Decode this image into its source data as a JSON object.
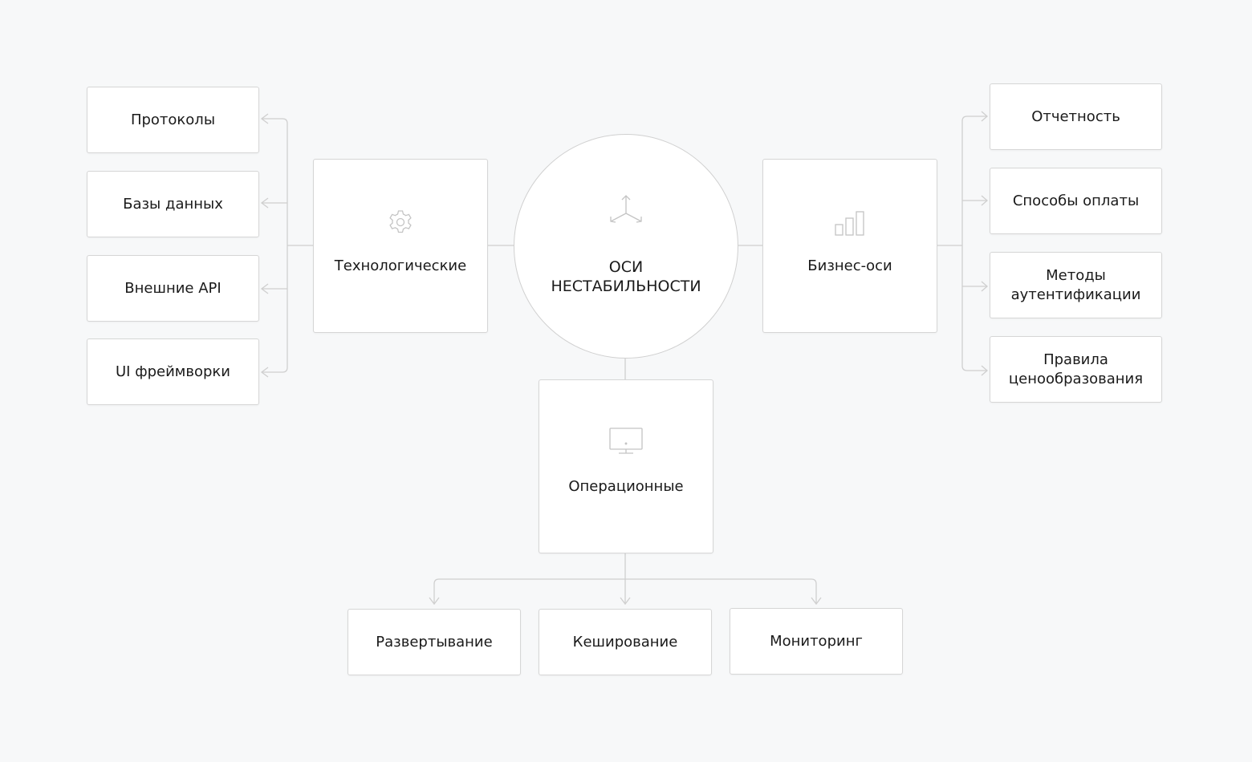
{
  "center": {
    "label_line1": "ОСИ",
    "label_line2": "НЕСТАБИЛЬНОСТИ",
    "icon": "axes-3d-icon"
  },
  "categories": {
    "tech": {
      "label": "Технологические",
      "icon": "gear-icon"
    },
    "business": {
      "label": "Бизнес-оси",
      "icon": "bar-chart-icon"
    },
    "ops": {
      "label": "Операционные",
      "icon": "monitor-icon"
    }
  },
  "tech_items": [
    "Протоколы",
    "Базы данных",
    "Внешние API",
    "UI фреймворки"
  ],
  "business_items": [
    {
      "line1": "Отчетность",
      "line2": ""
    },
    {
      "line1": "Способы оплаты",
      "line2": ""
    },
    {
      "line1": "Методы",
      "line2": "аутентификации"
    },
    {
      "line1": "Правила",
      "line2": "ценообразования"
    }
  ],
  "ops_items": [
    "Развертывание",
    "Кеширование",
    "Мониторинг"
  ],
  "colors": {
    "background": "#f7f8f9",
    "border": "#d6d6d6",
    "connector": "#cfcfcf",
    "icon": "#c4c4c4"
  }
}
